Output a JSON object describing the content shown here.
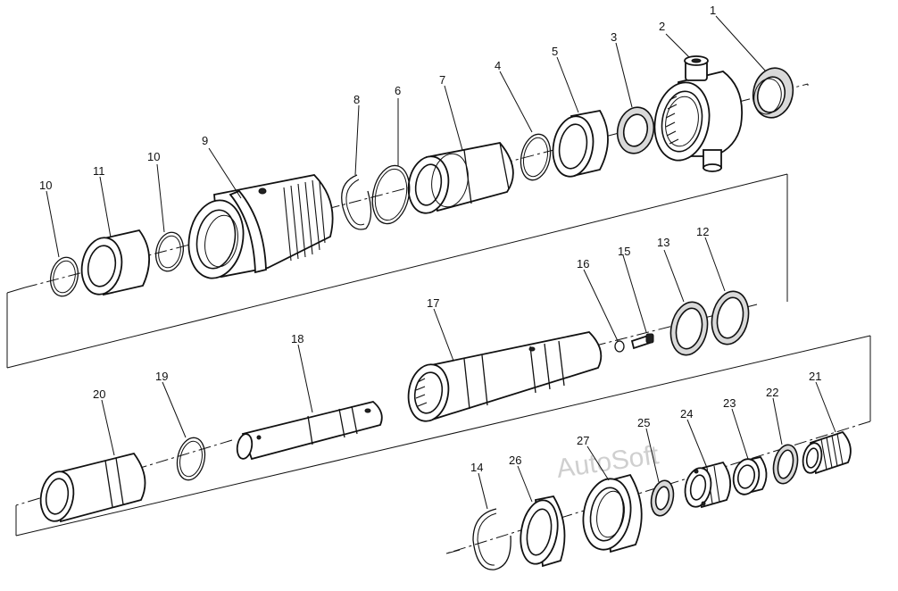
{
  "watermark": "AutoSoft",
  "part_labels": {
    "p1": "1",
    "p2": "2",
    "p3": "3",
    "p4": "4",
    "p5": "5",
    "p6": "6",
    "p7": "7",
    "p8": "8",
    "p9": "9",
    "p10a": "10",
    "p10b": "10",
    "p11": "11",
    "p12": "12",
    "p13": "13",
    "p14": "14",
    "p15": "15",
    "p16": "16",
    "p17": "17",
    "p18": "18",
    "p19": "19",
    "p20": "20",
    "p21": "21",
    "p22": "22",
    "p23": "23",
    "p24": "24",
    "p25": "25",
    "p26": "26",
    "p27": "27"
  }
}
